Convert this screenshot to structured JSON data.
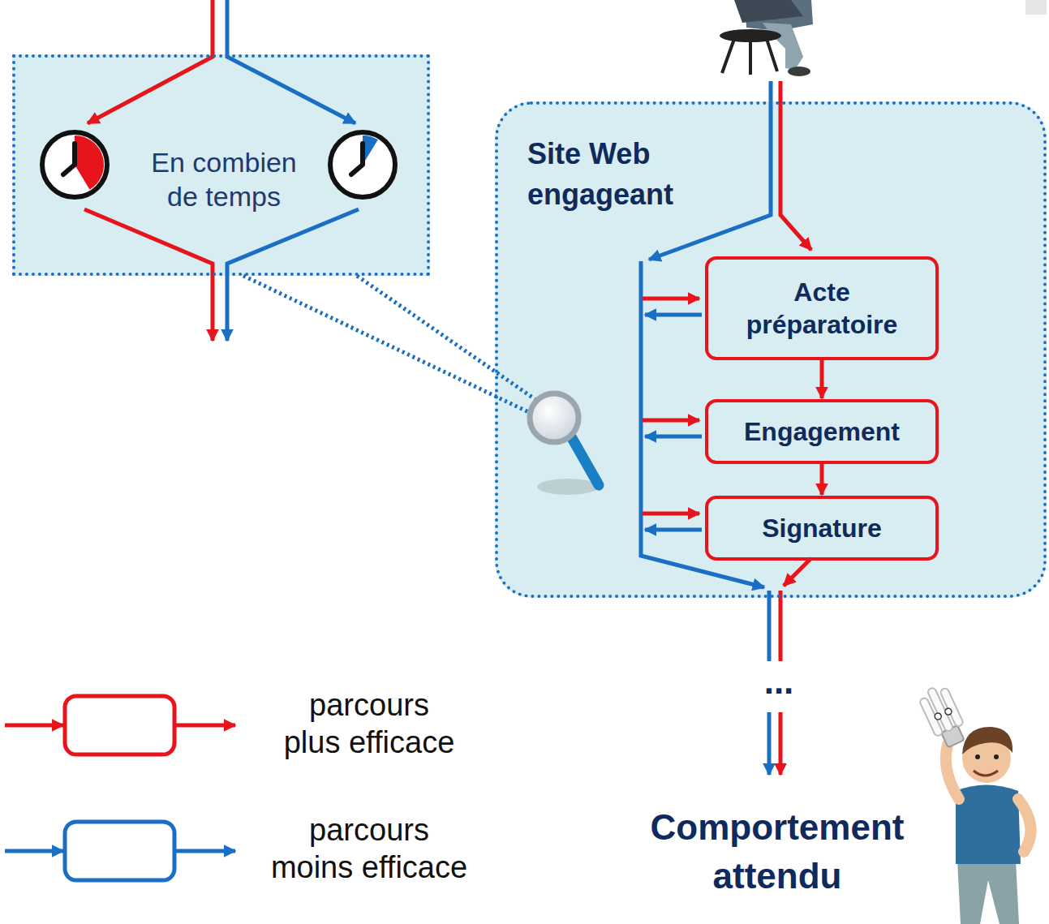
{
  "diagram": {
    "nodes": [
      {
        "text": [
          "En combien de temps"
        ]
      },
      {
        "text": [
          "Site Web engageant"
        ]
      },
      {
        "text": [
          "Acte préparatoire"
        ],
        "in": 1
      },
      {
        "text": [
          "Engagement"
        ],
        "in": 1
      },
      {
        "text": [
          "Signature"
        ],
        "in": 1
      }
    ],
    "edges": [
      {
        "from": 2,
        "to": 3,
        "arrow": "to"
      },
      {
        "from": 3,
        "to": 4,
        "arrow": "to"
      }
    ],
    "labels": [
      "...",
      "Comportement attendu"
    ],
    "legend": [
      {
        "text": "parcours plus efficace"
      },
      {
        "text": "parcours moins efficace"
      }
    ]
  }
}
